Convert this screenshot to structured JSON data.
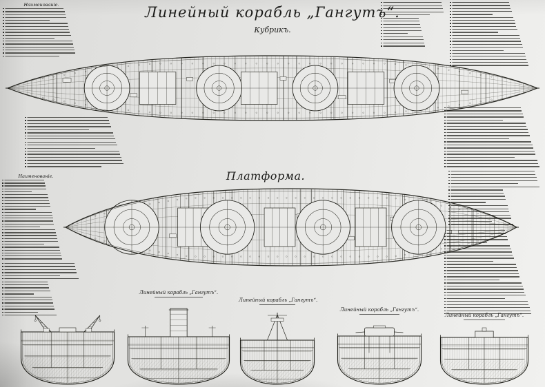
{
  "page": {
    "title": "Линейный корабль „Гангутъ“.",
    "subtitle": "Кубрикъ.",
    "platform_title": "Платформа."
  },
  "legend_headers": {
    "top_left": "Наименованіе.",
    "mid_left": "Наименованіе."
  },
  "legend_blocks": {
    "top_left": {
      "lines": 17
    },
    "top_right_a": {
      "lines": 15
    },
    "top_right_b": {
      "lines": 22
    },
    "plan1_left": {
      "lines": 17
    },
    "plan1_right": {
      "lines": 20
    },
    "mid_left": {
      "lines": 28
    },
    "mid_right": {
      "lines": 18
    },
    "lower_left": {
      "lines": 18
    },
    "lower_right": {
      "lines": 28
    }
  },
  "cross_sections": {
    "caption": "Линейный корабль „Гангутъ“."
  }
}
